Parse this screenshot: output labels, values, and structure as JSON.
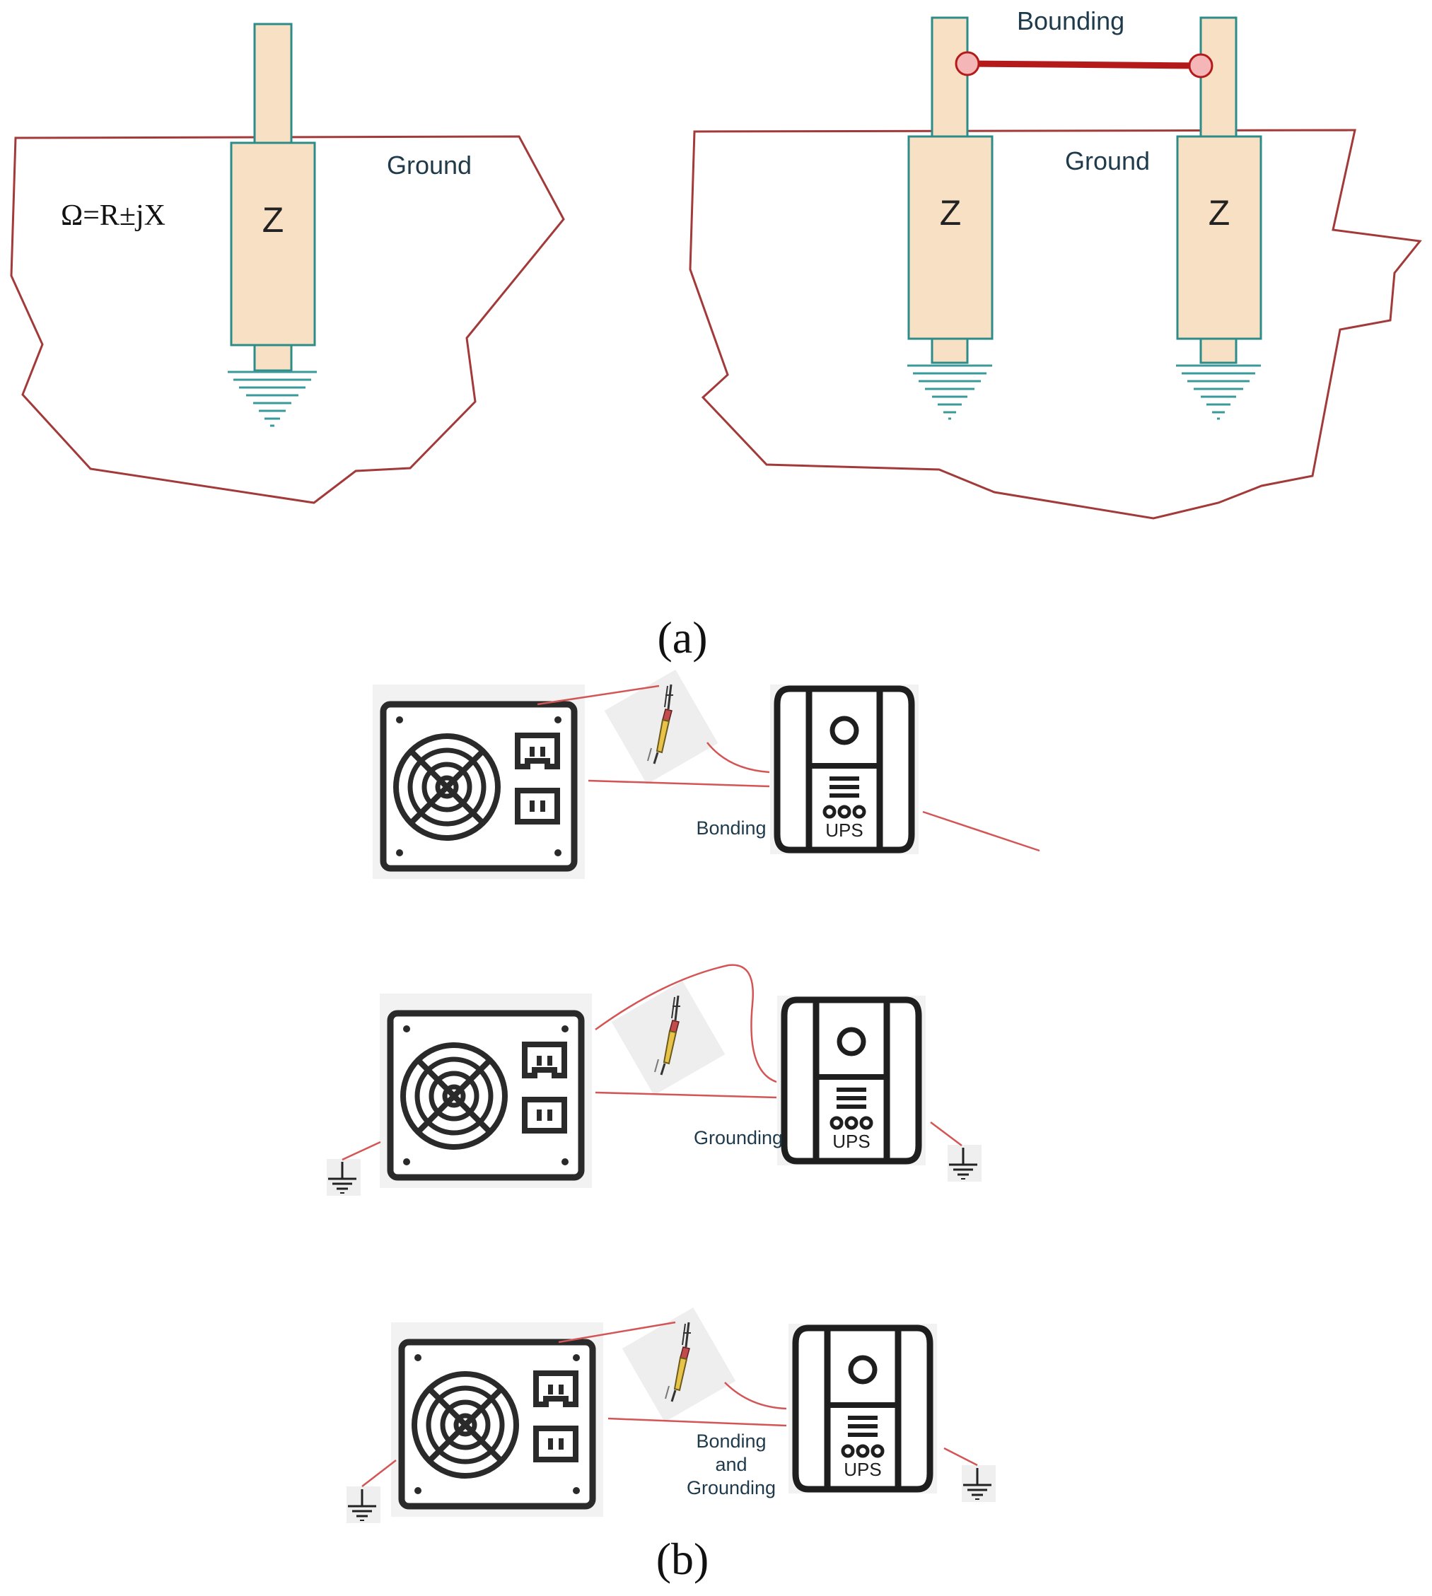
{
  "panel_a": {
    "formula": "Ω=R±jX",
    "left": {
      "ground_label": "Ground",
      "z_label": "Z"
    },
    "right": {
      "bond_label": "Bounding",
      "ground_label": "Ground",
      "z_left_label": "Z",
      "z_right_label": "Z"
    },
    "caption": "(a)"
  },
  "panel_b": {
    "diagrams": [
      {
        "label_lines": [
          "Bonding"
        ],
        "ups_label": "UPS"
      },
      {
        "label_lines": [
          "Grounding"
        ],
        "ups_label": "UPS"
      },
      {
        "label_lines": [
          "Bonding",
          "and",
          "Grounding"
        ],
        "ups_label": "UPS"
      }
    ],
    "caption": "(b)"
  },
  "colors": {
    "outline": "#a33a3a",
    "rod_fill": "#f8e0c4",
    "rod_stroke": "#2e8c88",
    "bond": "#b51a1a",
    "ground_lines": "#3a9a9a",
    "wire": "#d45555",
    "device": "#2a2a2a",
    "icon_bg": "#f2f2f2"
  },
  "icons": [
    "power-supply-icon",
    "ups-icon",
    "soldering-iron-icon",
    "ground-symbol-icon"
  ]
}
